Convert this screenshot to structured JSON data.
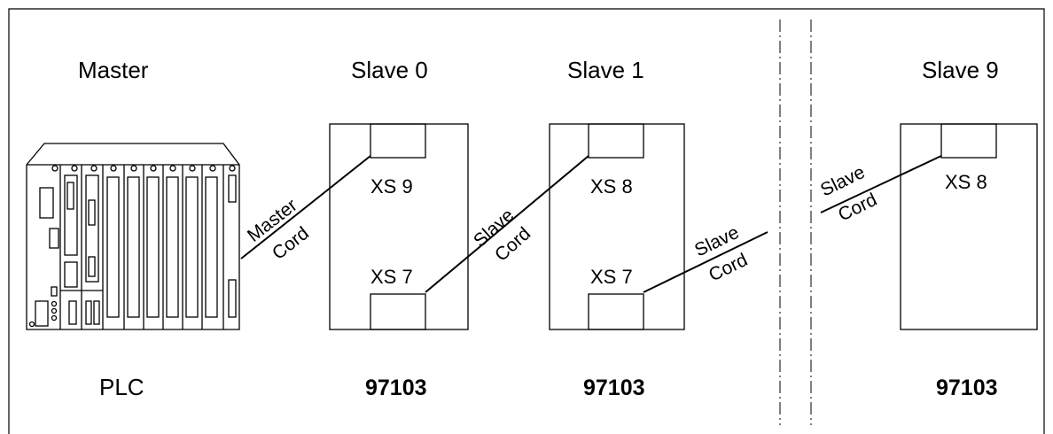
{
  "headers": {
    "master": "Master",
    "slave0": "Slave 0",
    "slave1": "Slave 1",
    "slave9": "Slave 9"
  },
  "ports": {
    "slave0_top": "XS 9",
    "slave0_bottom": "XS 7",
    "slave1_top": "XS 8",
    "slave1_bottom": "XS 7",
    "slave9_top": "XS 8"
  },
  "cords": {
    "master": [
      "Master",
      "Cord"
    ],
    "slave0_out": [
      "Slave",
      "Cord"
    ],
    "slave1_out": [
      "Slave",
      "Cord"
    ],
    "slave9_in": [
      "Slave",
      "Cord"
    ]
  },
  "footers": {
    "plc": "PLC",
    "slave0": "97103",
    "slave1": "97103",
    "slave9": "97103"
  }
}
